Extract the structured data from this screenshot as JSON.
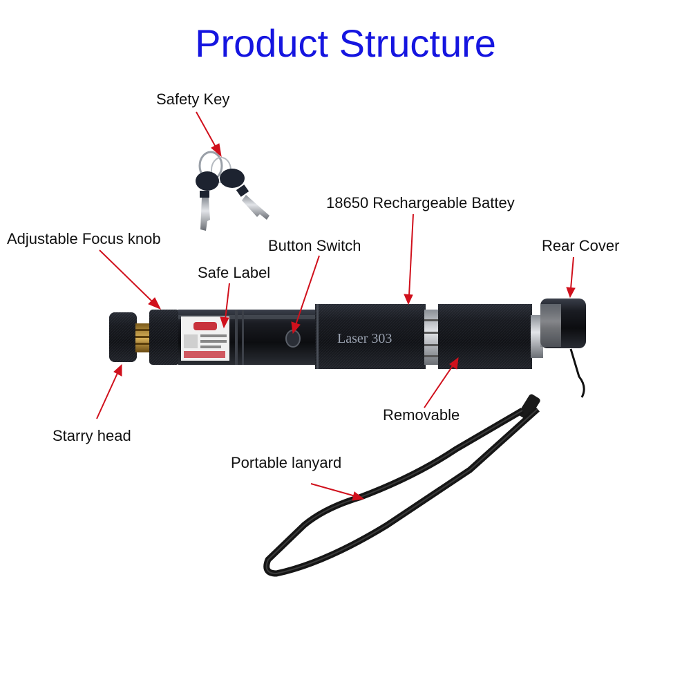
{
  "title": "Product Structure",
  "accent_color": "#1515e0",
  "arrow_color": "#d0101c",
  "product": {
    "engraving": "Laser 303"
  },
  "labels": {
    "safety_key": "Safety Key",
    "battery": "18650 Rechargeable Battey",
    "focus_knob": "Adjustable Focus knob",
    "button_switch": "Button Switch",
    "rear_cover": "Rear Cover",
    "safe_label": "Safe Label",
    "starry_head": "Starry head",
    "removable": "Removable",
    "lanyard": "Portable lanyard"
  }
}
